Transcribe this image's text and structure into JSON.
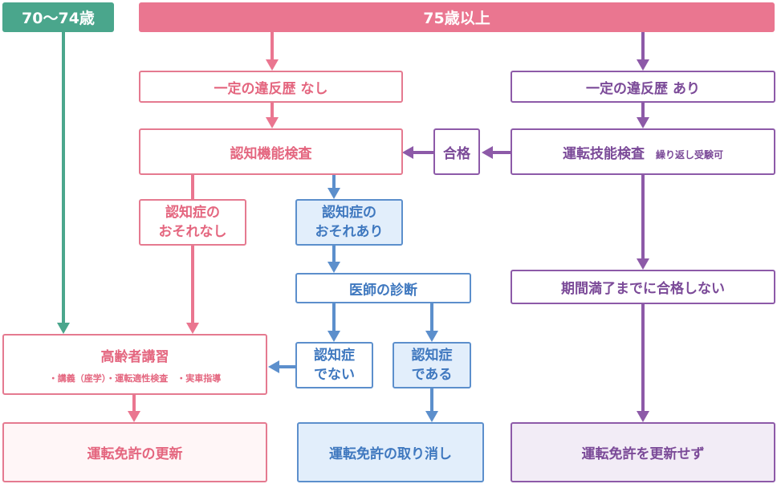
{
  "headers": {
    "age_70_74": "70〜74歳",
    "age_75_plus": "75歳以上"
  },
  "nodes": {
    "no_violation": "一定の違反歴 なし",
    "has_violation": "一定の違反歴 あり",
    "cognitive_test": "認知機能検査",
    "pass": "合格",
    "driving_skill_test": "運転技能検査",
    "driving_skill_test_note": "繰り返し受験可",
    "no_dementia_risk_line1": "認知症の",
    "no_dementia_risk_line2": "おそれなし",
    "dementia_risk_line1": "認知症の",
    "dementia_risk_line2": "おそれあり",
    "doctor_diagnosis": "医師の診断",
    "not_dementia_line1": "認知症",
    "not_dementia_line2": "でない",
    "is_dementia_line1": "認知症",
    "is_dementia_line2": "である",
    "fail_within_period": "期間満了までに合格しない",
    "elderly_course_title": "高齢者講習",
    "elderly_course_items": "・講義（座学）・運転適性検査　・実車指導",
    "license_renewal": "運転免許の更新",
    "license_revocation": "運転免許の取り消し",
    "no_license_renewal": "運転免許を更新せず"
  },
  "colors": {
    "teal": "#4aa68c",
    "pink": "#ea7690",
    "blue": "#5c8fcc",
    "purple": "#8d5aa8"
  }
}
